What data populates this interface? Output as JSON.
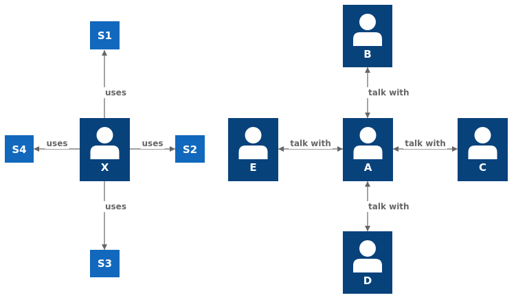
{
  "colors": {
    "person_fill": "#08427b",
    "system_fill": "#1168bd",
    "edge": "#666666",
    "label_text": "#ffffff",
    "edge_text": "#666666"
  },
  "nodes": {
    "X": {
      "label": "X",
      "kind": "person",
      "icon": "person-icon"
    },
    "S1": {
      "label": "S1",
      "kind": "system"
    },
    "S2": {
      "label": "S2",
      "kind": "system"
    },
    "S3": {
      "label": "S3",
      "kind": "system"
    },
    "S4": {
      "label": "S4",
      "kind": "system"
    },
    "A": {
      "label": "A",
      "kind": "person",
      "icon": "person-icon"
    },
    "B": {
      "label": "B",
      "kind": "person",
      "icon": "person-icon"
    },
    "C": {
      "label": "C",
      "kind": "person",
      "icon": "person-icon"
    },
    "D": {
      "label": "D",
      "kind": "person",
      "icon": "person-icon"
    },
    "E": {
      "label": "E",
      "kind": "person",
      "icon": "person-icon"
    }
  },
  "edges": [
    {
      "from": "X",
      "to": "S1",
      "label": "uses",
      "arrows": "end"
    },
    {
      "from": "X",
      "to": "S2",
      "label": "uses",
      "arrows": "end"
    },
    {
      "from": "X",
      "to": "S3",
      "label": "uses",
      "arrows": "end"
    },
    {
      "from": "X",
      "to": "S4",
      "label": "uses",
      "arrows": "end"
    },
    {
      "from": "A",
      "to": "B",
      "label": "talk with",
      "arrows": "both"
    },
    {
      "from": "A",
      "to": "C",
      "label": "talk with",
      "arrows": "both"
    },
    {
      "from": "A",
      "to": "D",
      "label": "talk with",
      "arrows": "both"
    },
    {
      "from": "A",
      "to": "E",
      "label": "talk with",
      "arrows": "both"
    }
  ]
}
